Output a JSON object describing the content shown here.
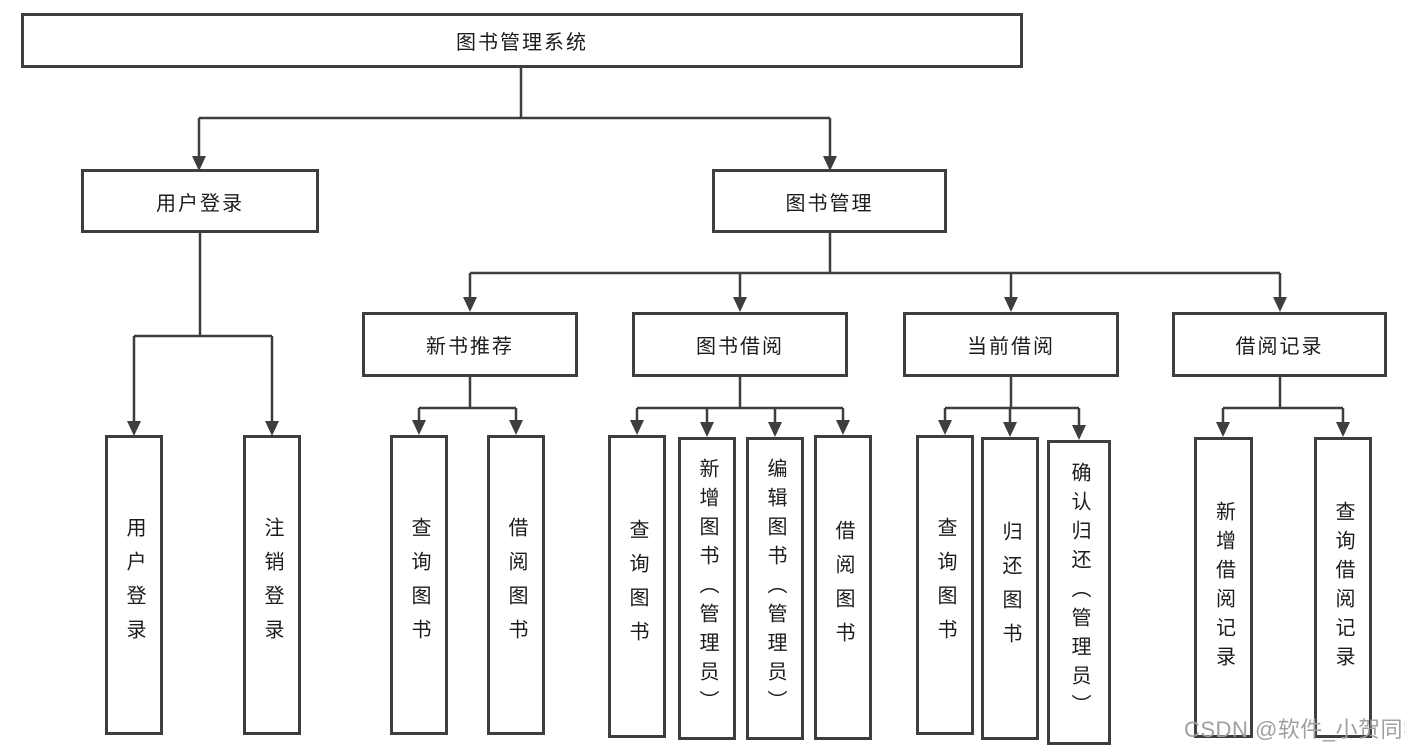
{
  "diagram": {
    "root": {
      "label": "图书管理系统"
    },
    "level2": {
      "user_login": {
        "label": "用户登录"
      },
      "book_management": {
        "label": "图书管理"
      }
    },
    "level3": {
      "new_book_recommend": {
        "label": "新书推荐"
      },
      "book_borrow": {
        "label": "图书借阅"
      },
      "current_borrow": {
        "label": "当前借阅"
      },
      "borrow_records": {
        "label": "借阅记录"
      }
    },
    "leaves": {
      "user_login": {
        "label": "用户登录"
      },
      "logout": {
        "label": "注销登录"
      },
      "recommend_query": {
        "label": "查询图书"
      },
      "recommend_borrow": {
        "label": "借阅图书"
      },
      "borrow_query": {
        "label": "查询图书"
      },
      "borrow_add_admin": {
        "label": "新增图书（管理员）"
      },
      "borrow_edit_admin": {
        "label": "编辑图书（管理员）"
      },
      "borrow_borrow": {
        "label": "借阅图书"
      },
      "current_query": {
        "label": "查询图书"
      },
      "current_return": {
        "label": "归还图书"
      },
      "current_confirm_admin": {
        "label": "确认归还（管理员）"
      },
      "records_add": {
        "label": "新增借阅记录"
      },
      "records_query": {
        "label": "查询借阅记录"
      }
    },
    "watermark": "CSDN @软件_小贺同学",
    "colors": {
      "line": "#3e3e40",
      "text": "#1c1c1e",
      "watermark": "#a0a0a0",
      "background": "#ffffff"
    }
  }
}
